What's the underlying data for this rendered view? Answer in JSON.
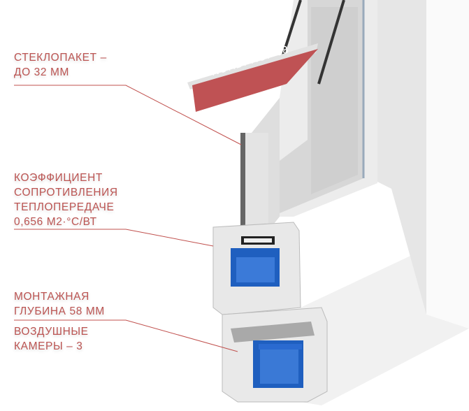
{
  "labels": {
    "glass": [
      "СТЕКЛОПАКЕТ –",
      "ДО 32 ММ"
    ],
    "coefficient": [
      "КОЭФФИЦИЕНТ",
      "СОПРОТИВЛЕНИЯ",
      "ТЕПЛОПЕРЕДАЧЕ",
      "0,656 М2·°С/ВТ"
    ],
    "depth": [
      "МОНТАЖНАЯ",
      "ГЛУБИНА 58 ММ"
    ],
    "chambers": [
      "ВОЗДУШНЫЕ",
      "КАМЕРЫ – 3"
    ]
  },
  "badge": {
    "text": "NORDPROF 58"
  },
  "colors": {
    "accent": "#bb5452",
    "reinforcement": "#1f5fbf",
    "frame": "#f4f4f4"
  }
}
